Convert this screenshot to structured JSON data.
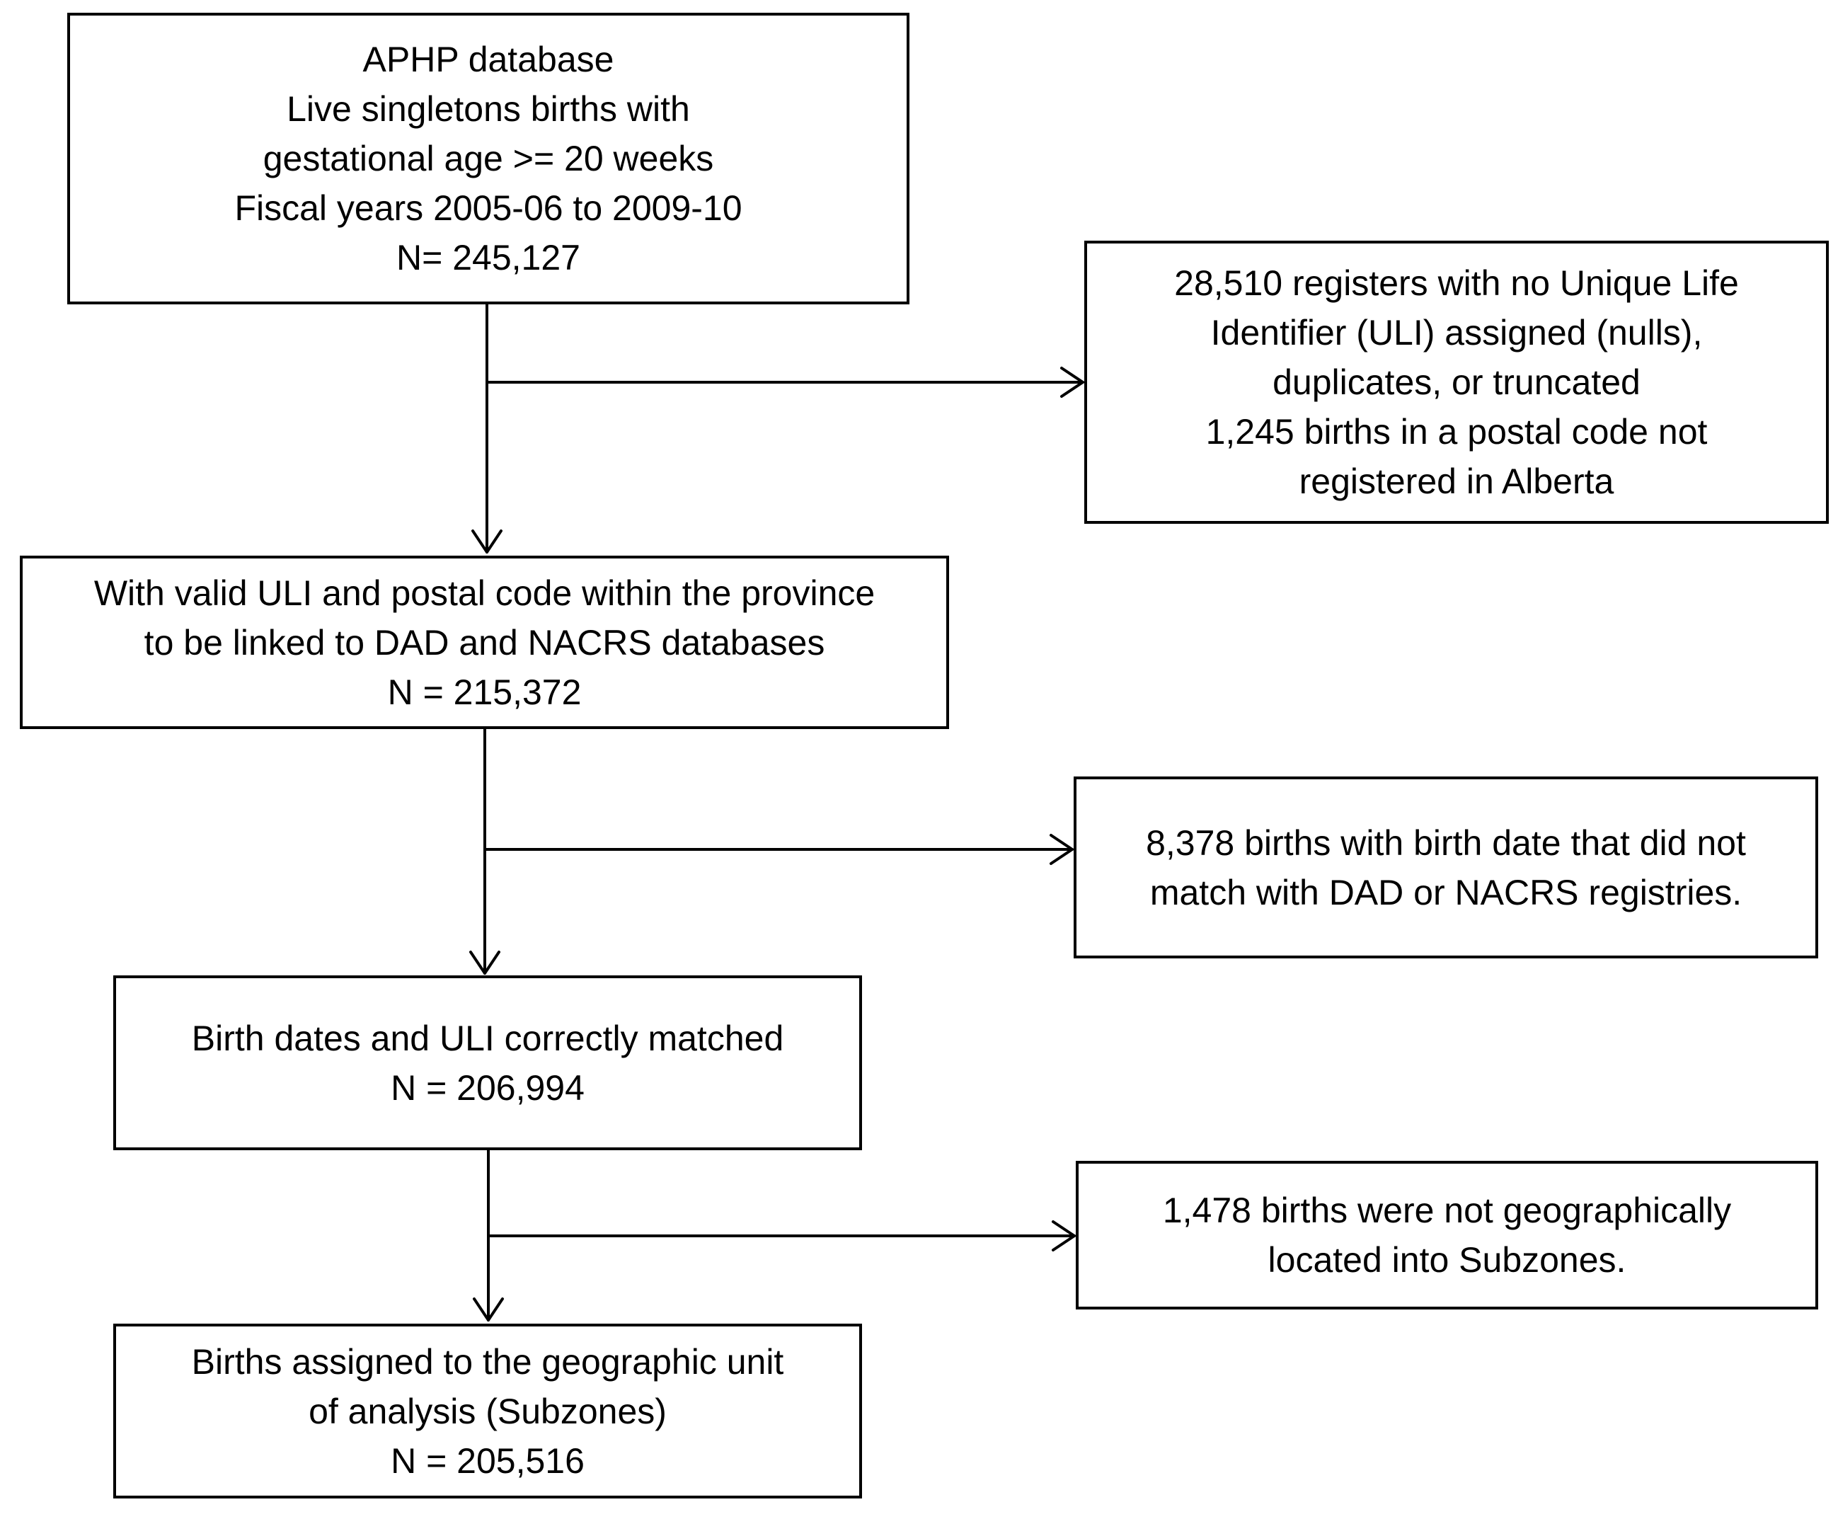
{
  "flowchart": {
    "main_boxes": [
      {
        "id": "aphp",
        "lines": [
          "APHP database",
          "Live singletons births with",
          "gestational age >= 20 weeks",
          "Fiscal years 2005-06 to 2009-10",
          "N= 245,127"
        ]
      },
      {
        "id": "valid-uli",
        "lines": [
          "With valid ULI and postal code within the province",
          "to be linked to DAD and NACRS databases",
          "N = 215,372"
        ]
      },
      {
        "id": "matched",
        "lines": [
          "Birth dates and ULI correctly matched",
          "N = 206,994"
        ]
      },
      {
        "id": "assigned",
        "lines": [
          "Births assigned to the geographic unit",
          "of analysis (Subzones)",
          "N = 205,516"
        ]
      }
    ],
    "exclusion_boxes": [
      {
        "id": "excluded-uli",
        "lines": [
          "28,510 registers with no Unique Life",
          "Identifier (ULI) assigned (nulls),",
          "duplicates, or truncated",
          "1,245 births in a postal code not",
          "registered in Alberta"
        ]
      },
      {
        "id": "excluded-date",
        "lines": [
          "8,378 births with birth date that did not",
          "match with DAD or NACRS registries."
        ]
      },
      {
        "id": "excluded-geo",
        "lines": [
          "1,478 births were not geographically",
          "located into Subzones."
        ]
      }
    ]
  }
}
